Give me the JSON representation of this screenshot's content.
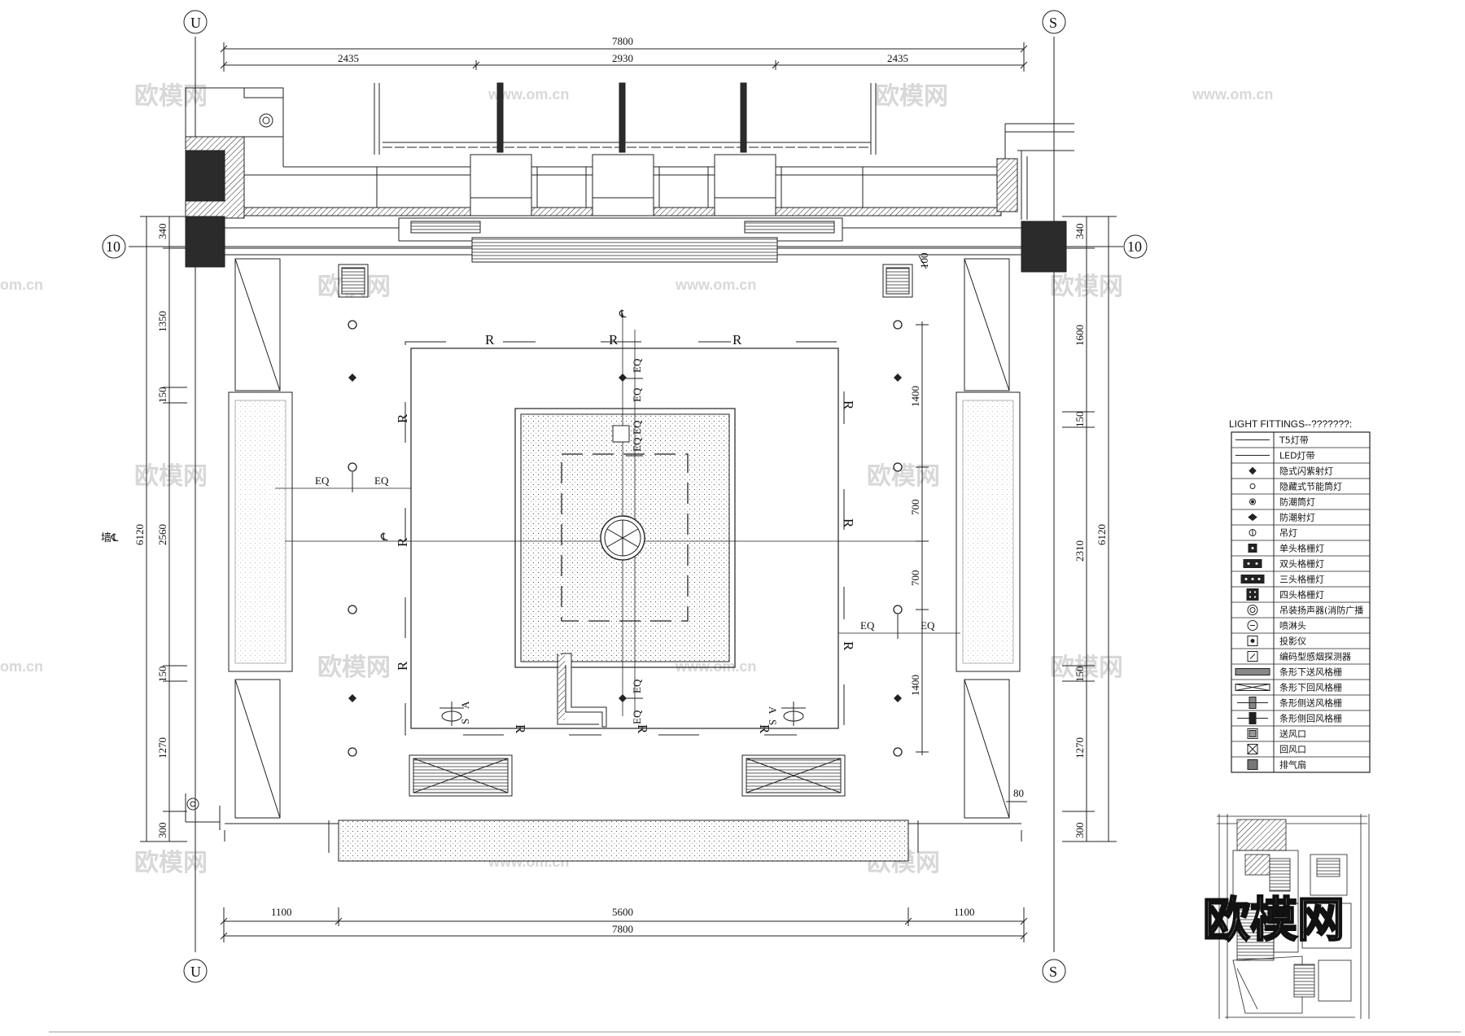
{
  "grid": {
    "left": "U",
    "right": "S",
    "row": "10"
  },
  "dims_top": {
    "total": "7800",
    "seg1": "2435",
    "seg2": "2930",
    "seg3": "2435"
  },
  "dims_bottom": {
    "total": "7800",
    "seg1": "1100",
    "seg2": "5600",
    "seg3": "1100"
  },
  "dims_left": {
    "total": "6120",
    "a": "340",
    "b": "1350",
    "c": "150",
    "d": "2560",
    "e": "150",
    "f": "1270",
    "g": "300"
  },
  "dims_right": {
    "total": "6120",
    "a": "340",
    "b": "1600",
    "c": "150",
    "d": "2310",
    "e": "150",
    "f": "1270",
    "g": "300"
  },
  "dims_inner": {
    "v1": "1400",
    "v2": "700",
    "v3": "700",
    "v4": "1400",
    "top": "100",
    "small": "80"
  },
  "labels": {
    "eq": "EQ",
    "r": "R",
    "wall_center": "墙℄",
    "center": "℄",
    "section_a": "A",
    "section_s": "S"
  },
  "legend": {
    "title": "LIGHT FITTINGS--???????:",
    "items": [
      {
        "icon": "line-icon",
        "label": "T5灯带"
      },
      {
        "icon": "line-icon",
        "label": "LED灯带"
      },
      {
        "icon": "diamond-icon",
        "label": "隐式闪紫射灯"
      },
      {
        "icon": "circle-icon",
        "label": "隐藏式节能筒灯"
      },
      {
        "icon": "circle-dot-icon",
        "label": "防潮筒灯"
      },
      {
        "icon": "diamond-solid-icon",
        "label": "防潮射灯"
      },
      {
        "icon": "pendant-icon",
        "label": "吊灯"
      },
      {
        "icon": "grille-1-icon",
        "label": "单头格栅灯"
      },
      {
        "icon": "grille-2-icon",
        "label": "双头格栅灯"
      },
      {
        "icon": "grille-3-icon",
        "label": "三头格栅灯"
      },
      {
        "icon": "grille-4-icon",
        "label": "四头格栅灯"
      },
      {
        "icon": "speaker-icon",
        "label": "吊装扬声器(消防广播"
      },
      {
        "icon": "sprinkler-icon",
        "label": "喷淋头"
      },
      {
        "icon": "projector-icon",
        "label": "投影仪"
      },
      {
        "icon": "smoke-detector-icon",
        "label": "编码型感烟探测器"
      },
      {
        "icon": "supply-grille-icon",
        "label": "条形下送风格栅"
      },
      {
        "icon": "return-grille-icon",
        "label": "条形下回风格栅"
      },
      {
        "icon": "side-supply-icon",
        "label": "条形侧送风格栅"
      },
      {
        "icon": "side-return-icon",
        "label": "条形侧回风格栅"
      },
      {
        "icon": "supply-vent-icon",
        "label": "送风口"
      },
      {
        "icon": "return-vent-icon",
        "label": "回风口"
      },
      {
        "icon": "exhaust-icon",
        "label": "排气扇"
      }
    ]
  },
  "watermark": {
    "brand": "欧模网",
    "url": "www.om.cn",
    "short": "om.cn"
  }
}
